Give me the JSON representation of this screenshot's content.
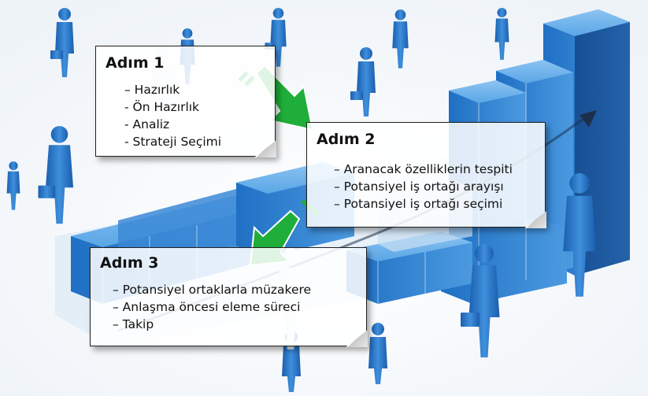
{
  "steps": [
    {
      "title": "Adım 1",
      "items": [
        "– Hazırlık",
        "- Ön Hazırlık",
        "- Analiz",
        "- Strateji Seçimi"
      ]
    },
    {
      "title": "Adım 2",
      "items": [
        "– Aranacak özelliklerin tespiti",
        "– Potansiyel iş ortağı arayışı",
        "– Potansiyel iş ortağı seçimi"
      ]
    },
    {
      "title": "Adım 3",
      "items": [
        "– Potansiyel ortaklarla müzakere",
        "– Anlaşma öncesi eleme süreci",
        "– Takip"
      ]
    }
  ],
  "colors": {
    "arrow": "#1fae3a",
    "bars": "#2e7fcf",
    "figures": "#2f79c4"
  }
}
